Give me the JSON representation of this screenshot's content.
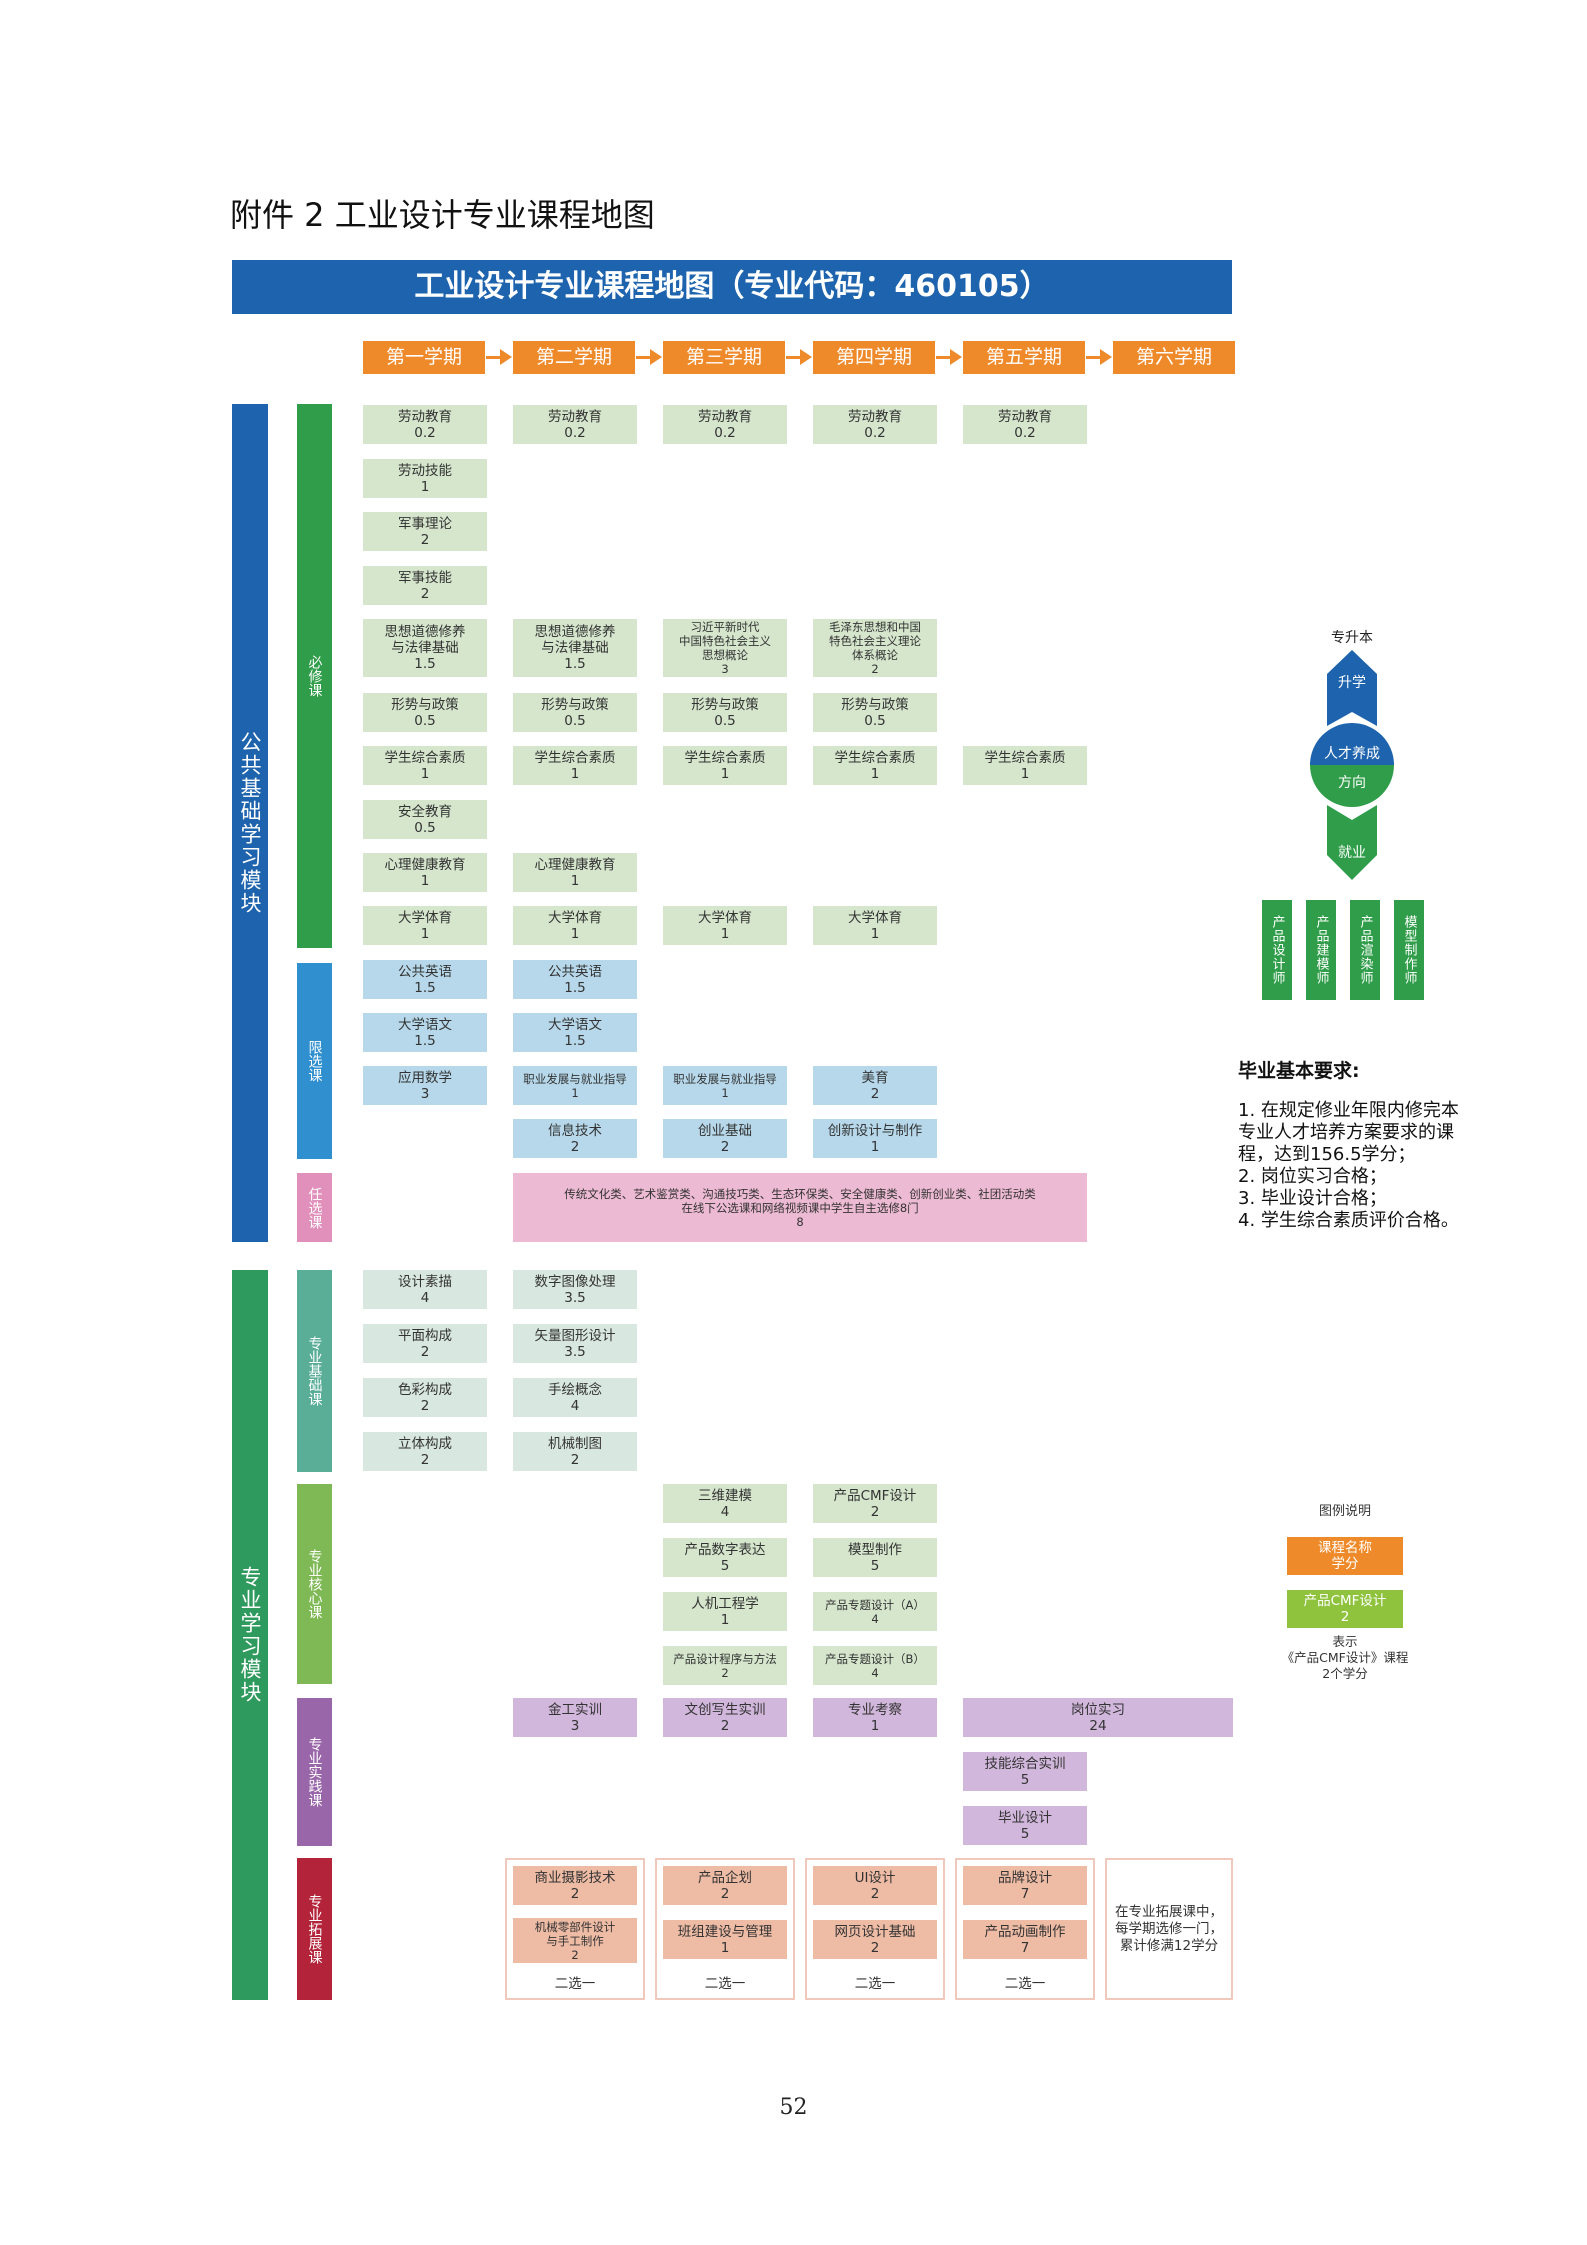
{
  "page_heading": "附件 2 工业设计专业课程地图",
  "banner_title": "工业设计专业课程地图（专业代码：460105）",
  "semesters": [
    "第一学期",
    "第二学期",
    "第三学期",
    "第四学期",
    "第五学期",
    "第六学期"
  ],
  "modules": {
    "public": "公共基础学习模块",
    "major": "专业学习模块"
  },
  "categories": {
    "required": "必修课",
    "limited": "限选课",
    "elective": "任选课",
    "major_basic": "专业基础课",
    "major_core": "专业核心课",
    "major_practice": "专业实践课",
    "major_extension": "专业拓展课"
  },
  "courses": {
    "labor_1": {
      "name": "劳动教育",
      "credit": "0.2"
    },
    "labor_2": {
      "name": "劳动教育",
      "credit": "0.2"
    },
    "labor_3": {
      "name": "劳动教育",
      "credit": "0.2"
    },
    "labor_4": {
      "name": "劳动教育",
      "credit": "0.2"
    },
    "labor_5": {
      "name": "劳动教育",
      "credit": "0.2"
    },
    "labor_skill": {
      "name": "劳动技能",
      "credit": "1"
    },
    "mil_theory": {
      "name": "军事理论",
      "credit": "2"
    },
    "mil_skill": {
      "name": "军事技能",
      "credit": "2"
    },
    "ethics_1": {
      "name": "思想道德修养\n与法律基础",
      "credit": "1.5"
    },
    "ethics_2": {
      "name": "思想道德修养\n与法律基础",
      "credit": "1.5"
    },
    "xi_thought": {
      "name": "习近平新时代\n中国特色社会主义\n思想概论",
      "credit": "3"
    },
    "mao_thought": {
      "name": "毛泽东思想和中国\n特色社会主义理论\n体系概论",
      "credit": "2"
    },
    "policy_1": {
      "name": "形势与政策",
      "credit": "0.5"
    },
    "policy_2": {
      "name": "形势与政策",
      "credit": "0.5"
    },
    "policy_3": {
      "name": "形势与政策",
      "credit": "0.5"
    },
    "policy_4": {
      "name": "形势与政策",
      "credit": "0.5"
    },
    "quality_1": {
      "name": "学生综合素质",
      "credit": "1"
    },
    "quality_2": {
      "name": "学生综合素质",
      "credit": "1"
    },
    "quality_3": {
      "name": "学生综合素质",
      "credit": "1"
    },
    "quality_4": {
      "name": "学生综合素质",
      "credit": "1"
    },
    "quality_5": {
      "name": "学生综合素质",
      "credit": "1"
    },
    "safety": {
      "name": "安全教育",
      "credit": "0.5"
    },
    "mental_1": {
      "name": "心理健康教育",
      "credit": "1"
    },
    "mental_2": {
      "name": "心理健康教育",
      "credit": "1"
    },
    "pe_1": {
      "name": "大学体育",
      "credit": "1"
    },
    "pe_2": {
      "name": "大学体育",
      "credit": "1"
    },
    "pe_3": {
      "name": "大学体育",
      "credit": "1"
    },
    "pe_4": {
      "name": "大学体育",
      "credit": "1"
    },
    "english_1": {
      "name": "公共英语",
      "credit": "1.5"
    },
    "english_2": {
      "name": "公共英语",
      "credit": "1.5"
    },
    "chinese_1": {
      "name": "大学语文",
      "credit": "1.5"
    },
    "chinese_2": {
      "name": "大学语文",
      "credit": "1.5"
    },
    "math": {
      "name": "应用数学",
      "credit": "3"
    },
    "career_1": {
      "name": "职业发展与就业指导",
      "credit": "1"
    },
    "career_2": {
      "name": "职业发展与就业指导",
      "credit": "1"
    },
    "aesthetics": {
      "name": "美育",
      "credit": "2"
    },
    "it": {
      "name": "信息技术",
      "credit": "2"
    },
    "startup": {
      "name": "创业基础",
      "credit": "2"
    },
    "innovation": {
      "name": "创新设计与制作",
      "credit": "1"
    },
    "elective_all": {
      "name": "传统文化类、艺术鉴赏类、沟通技巧类、生态环保类、安全健康类、创新创业类、社团活动类\n在线下公选课和网络视频课中学生自主选修8门",
      "credit": "8"
    },
    "sketch": {
      "name": "设计素描",
      "credit": "4"
    },
    "plane": {
      "name": "平面构成",
      "credit": "2"
    },
    "color": {
      "name": "色彩构成",
      "credit": "2"
    },
    "solid": {
      "name": "立体构成",
      "credit": "2"
    },
    "digital_image": {
      "name": "数字图像处理",
      "credit": "3.5"
    },
    "vector": {
      "name": "矢量图形设计",
      "credit": "3.5"
    },
    "handdraw": {
      "name": "手绘概念",
      "credit": "4"
    },
    "mech_draw": {
      "name": "机械制图",
      "credit": "2"
    },
    "modeling3d": {
      "name": "三维建模",
      "credit": "4"
    },
    "digital_expr": {
      "name": "产品数字表达",
      "credit": "5"
    },
    "ergonomics": {
      "name": "人机工程学",
      "credit": "1"
    },
    "design_method": {
      "name": "产品设计程序与方法",
      "credit": "2"
    },
    "cmf": {
      "name": "产品CMF设计",
      "credit": "2"
    },
    "model_make": {
      "name": "模型制作",
      "credit": "5"
    },
    "topic_a": {
      "name": "产品专题设计（A）",
      "credit": "4"
    },
    "topic_b": {
      "name": "产品专题设计（B）",
      "credit": "4"
    },
    "metalwork": {
      "name": "金工实训",
      "credit": "3"
    },
    "sketch_practice": {
      "name": "文创写生实训",
      "credit": "2"
    },
    "field_study": {
      "name": "专业考察",
      "credit": "1"
    },
    "internship": {
      "name": "岗位实习",
      "credit": "24"
    },
    "skill_training": {
      "name": "技能综合实训",
      "credit": "5"
    },
    "graduation": {
      "name": "毕业设计",
      "credit": "5"
    },
    "photo": {
      "name": "商业摄影技术",
      "credit": "2"
    },
    "mech_parts": {
      "name": "机械零部件设计\n与手工制作",
      "credit": "2"
    },
    "planning": {
      "name": "产品企划",
      "credit": "2"
    },
    "team_mgmt": {
      "name": "班组建设与管理",
      "credit": "1"
    },
    "ui": {
      "name": "UI设计",
      "credit": "2"
    },
    "web": {
      "name": "网页设计基础",
      "credit": "2"
    },
    "brand": {
      "name": "品牌设计",
      "credit": "7"
    },
    "animation": {
      "name": "产品动画制作",
      "credit": "7"
    }
  },
  "choose_one": "二选一",
  "extension_note": "在专业拓展课中，\n每学期选修一门，\n累计修满12学分",
  "career_path": {
    "top_label": "专升本",
    "up_label": "升学",
    "center_line1": "人才养成",
    "center_line2": "方向",
    "down_label": "就业",
    "jobs": [
      "产品设计师",
      "产品建模师",
      "产品渲染师",
      "模型制作师"
    ]
  },
  "graduation": {
    "title": "毕业基本要求:",
    "items": [
      "1. 在规定修业年限内修完本",
      "专业人才培养方案要求的课",
      "程，达到156.5学分；",
      "2. 岗位实习合格；",
      "3. 毕业设计合格；",
      "4. 学生综合素质评价合格。"
    ]
  },
  "legend": {
    "title": "图例说明",
    "sample1_name": "课程名称",
    "sample1_credit": "学分",
    "sample2_name": "产品CMF设计",
    "sample2_credit": "2",
    "desc": "表示\n《产品CMF设计》课程\n2个学分"
  },
  "page_number": "52",
  "colors": {
    "banner": "#1e63ad",
    "semester": "#ef8a2a",
    "required": "#2f9d49",
    "limited": "#2f8fcf",
    "elective": "#e18fbb",
    "major_module": "#2f9a5d",
    "major_basic": "#5aae98",
    "major_core": "#7fb956",
    "major_practice": "#9a66aa",
    "major_extension": "#b3243a"
  }
}
